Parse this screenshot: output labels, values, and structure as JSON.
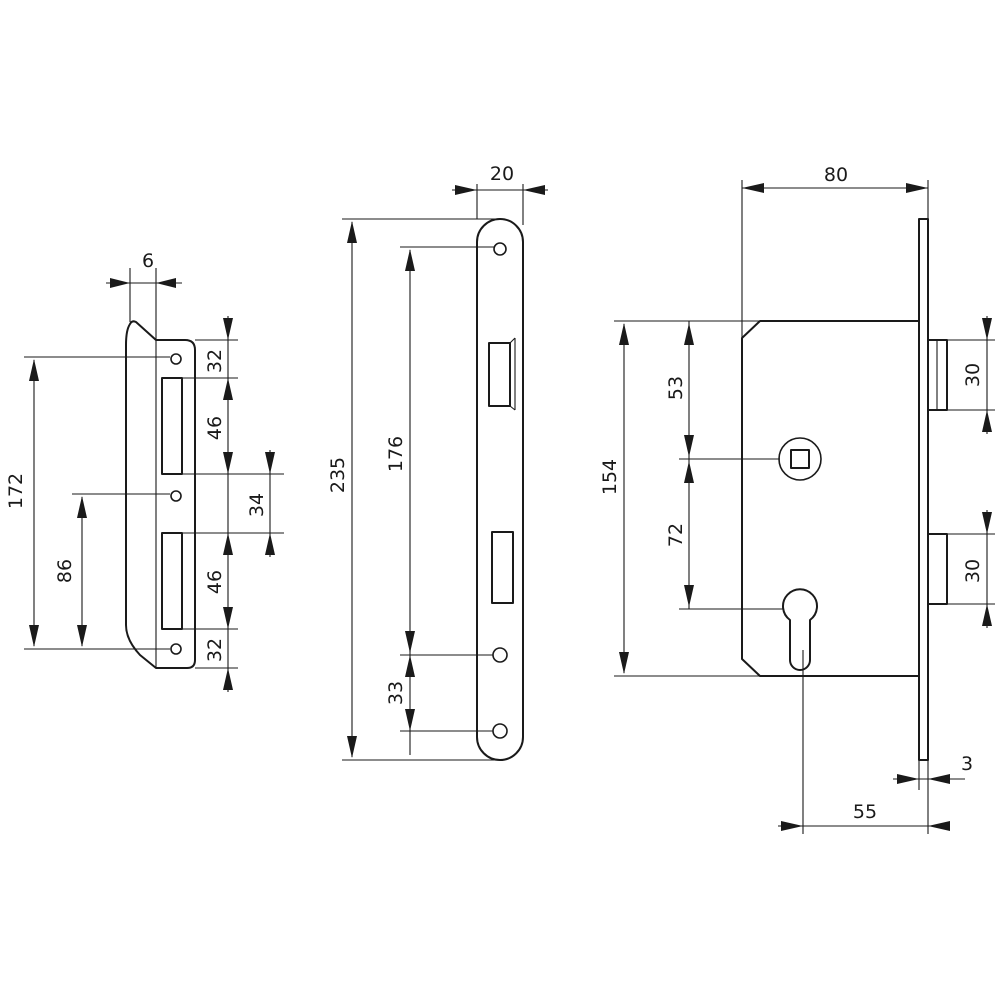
{
  "strike_plate": {
    "thickness": "6",
    "hole_to_hole_total": "172",
    "hole_to_center": "86",
    "upper_edge_offset": "32",
    "upper_slot_length": "46",
    "center_gap": "34",
    "lower_slot_length": "46",
    "lower_edge_offset": "32"
  },
  "forend": {
    "width": "20",
    "total_length": "235",
    "screw_spacing": "176",
    "lower_screw_spacing": "33"
  },
  "lock_body": {
    "case_depth": "80",
    "case_height": "154",
    "follower_from_top": "53",
    "follower_to_keyhole": "72",
    "latch_height": "30",
    "bolt_height": "30",
    "backset": "55",
    "forend_thickness": "3"
  }
}
